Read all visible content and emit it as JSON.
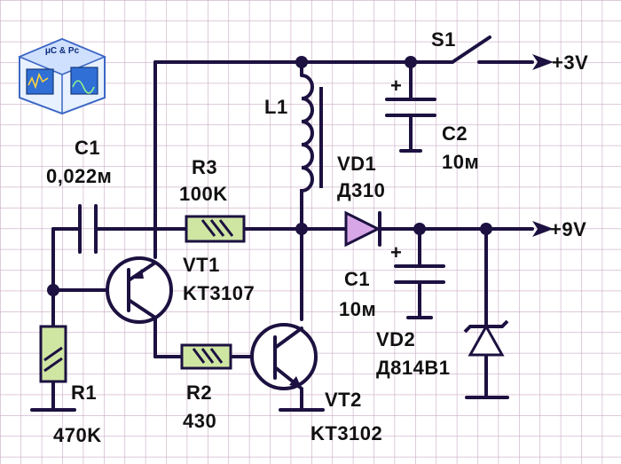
{
  "logo": {
    "text": "μC & Pc"
  },
  "components": {
    "c1_in": {
      "name": "C1",
      "value": "0,022м"
    },
    "r3": {
      "name": "R3",
      "value": "100K"
    },
    "l1": {
      "name": "L1"
    },
    "s1": {
      "name": "S1"
    },
    "c2": {
      "name": "C2",
      "value": "10м"
    },
    "vd1": {
      "name": "VD1",
      "value": "Д310"
    },
    "vt1": {
      "name": "VT1",
      "value": "KT3107"
    },
    "c1_out": {
      "name": "C1",
      "value": "10м"
    },
    "vd2": {
      "name": "VD2",
      "value": "Д814В1"
    },
    "r2": {
      "name": "R2",
      "value": "430"
    },
    "vt2": {
      "name": "VT2",
      "value": "KT3102"
    },
    "r1": {
      "name": "R1",
      "value": "470K"
    }
  },
  "terminals": {
    "plus3v": "+3V",
    "plus9v": "+9V"
  },
  "colors": {
    "grid": "#c9a9c4",
    "wire": "#1c1140",
    "resistor_fill": "#cfe6a3",
    "diode_fill": "#d7a6e6",
    "transistor_fill": "#ffffff"
  }
}
